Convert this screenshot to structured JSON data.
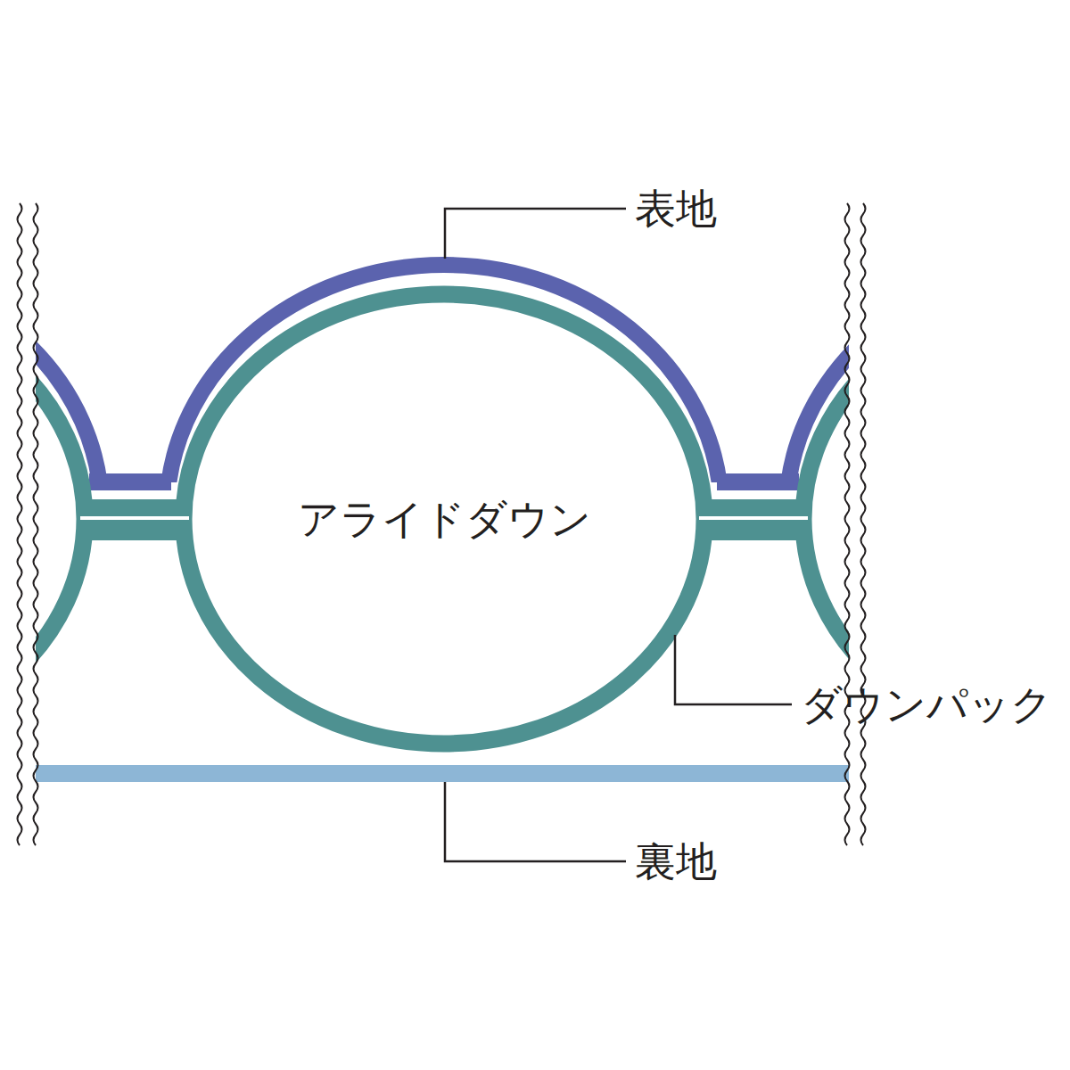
{
  "diagram": {
    "nodes": [
      {
        "text": [
          "アライドダウン"
        ]
      }
    ],
    "labels": [
      "表地",
      "ダウンパック",
      "裏地"
    ]
  }
}
